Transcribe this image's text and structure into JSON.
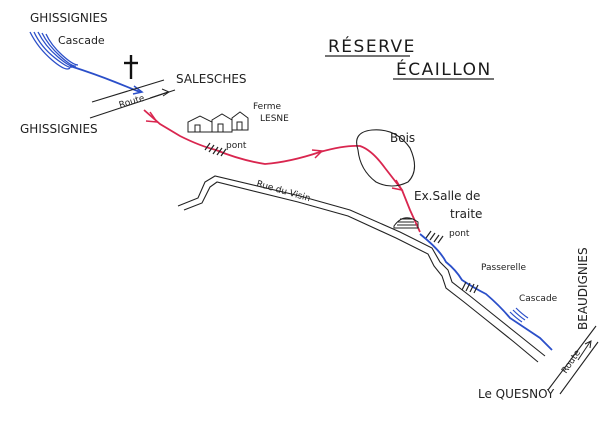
{
  "title": {
    "line1": "RÉSERVE",
    "line2": "ÉCAILLON"
  },
  "places": {
    "ghissignies_top": "GHISSIGNIES",
    "ghissignies_left": "GHISSIGNIES",
    "salesches": "SALESCHES",
    "le_quesnoy": "Le QUESNOY",
    "beaudignies": "BEAUDIGNIES"
  },
  "features": {
    "cascade_top": "Cascade",
    "ferme_1": "Ferme",
    "ferme_2": "LESNE",
    "bois": "Bois",
    "ex_salle_1": "Ex.Salle de",
    "ex_salle_2": "traite",
    "passerelle": "Passerelle",
    "cascade_bottom": "Cascade",
    "pont_1": "pont",
    "pont_2": "pont"
  },
  "roads": {
    "route_top": "Route",
    "route_bottom": "Route",
    "rue_du_visin": "Rue du Visin"
  },
  "colors": {
    "river": "#2b4fc9",
    "trail": "#d9264f",
    "ink": "#222222"
  }
}
